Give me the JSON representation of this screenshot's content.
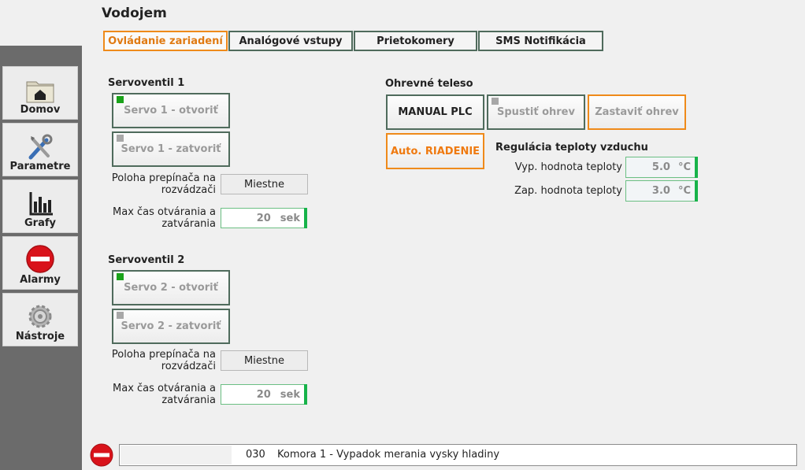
{
  "page": {
    "title": "Vodojem"
  },
  "sidebar": {
    "items": [
      {
        "label": "Domov",
        "icon": "home-folder-icon"
      },
      {
        "label": "Parametre",
        "icon": "tools-icon"
      },
      {
        "label": "Grafy",
        "icon": "bar-chart-icon"
      },
      {
        "label": "Alarmy",
        "icon": "no-entry-icon"
      },
      {
        "label": "Nástroje",
        "icon": "gear-icon"
      }
    ]
  },
  "tabs": [
    {
      "label": "Ovládanie zariadení",
      "active": true
    },
    {
      "label": "Analógové vstupy",
      "active": false
    },
    {
      "label": "Prietokomery",
      "active": false
    },
    {
      "label": "SMS Notifikácia",
      "active": false
    }
  ],
  "servo1": {
    "title": "Servoventil 1",
    "open_label": "Servo 1 - otvoriť",
    "open_led": "green",
    "close_label": "Servo 1 - zatvoriť",
    "close_led": "gray",
    "switch_label": "Poloha prepínača na rozvádzači",
    "switch_value": "Miestne",
    "maxtime_label": "Max čas otvárania a zatvárania",
    "maxtime_value": "20",
    "maxtime_unit": "sek"
  },
  "servo2": {
    "title": "Servoventil 2",
    "open_label": "Servo 2 - otvoriť",
    "open_led": "green",
    "close_label": "Servo 2 - zatvoriť",
    "close_led": "gray",
    "switch_label": "Poloha prepínača na rozvádzači",
    "switch_value": "Miestne",
    "maxtime_label": "Max čas otvárania a zatvárania",
    "maxtime_value": "20",
    "maxtime_unit": "sek"
  },
  "heater": {
    "title": "Ohrevné teleso",
    "manual_label": "MANUAL PLC",
    "start_label": "Spustiť ohrev",
    "start_led": "gray",
    "stop_label": "Zastaviť ohrev",
    "auto_label": "Auto. RIADENIE",
    "regulation_title": "Regulácia teploty vzduchu",
    "off_temp_label": "Vyp. hodnota teploty",
    "off_temp_value": "5.0",
    "on_temp_label": "Zap. hodnota teploty",
    "on_temp_value": "3.0",
    "temp_unit": "°C"
  },
  "alarm": {
    "code": "030",
    "message": "Komora 1 - Vypadok merania vysky hladiny"
  },
  "colors": {
    "accent_orange": "#ef8a1a",
    "border_green": "#4f6b5c",
    "value_bar_green": "#17b34a",
    "alarm_red": "#d9131b",
    "sidebar_bg": "#6b6b6b"
  }
}
